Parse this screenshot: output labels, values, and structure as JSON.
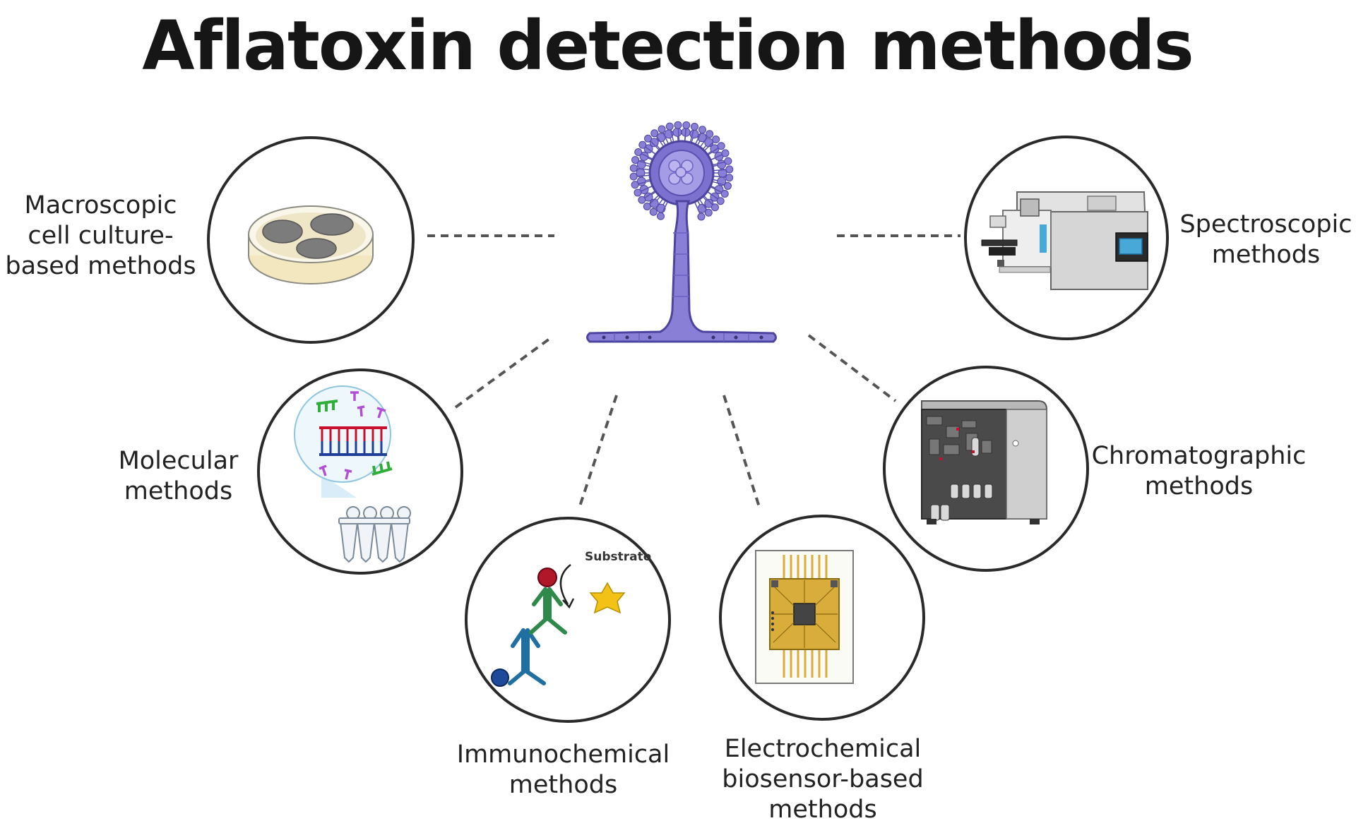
{
  "title": "Aflatoxin detection methods",
  "labels": {
    "macroscopic": [
      "Macroscopic",
      "cell culture-",
      "based methods"
    ],
    "molecular": [
      "Molecular",
      "methods"
    ],
    "immunochemical": [
      "Immunochemical",
      "methods"
    ],
    "electrochemical": [
      "Electrochemical",
      "biosensor-based",
      "methods"
    ],
    "chromatographic": [
      "Chromatographic",
      "methods"
    ],
    "spectroscopic": [
      "Spectroscopic",
      "methods"
    ]
  },
  "substrate_label": "Substrate",
  "colors": {
    "fungus": "#8a7fd6",
    "ring": "#2a2a2a",
    "connector": "#555555",
    "dna_red": "#c8102e",
    "dna_blue": "#1f3f9a",
    "green": "#2fae3a",
    "magenta": "#b04fd4",
    "gold": "#d9ad3b"
  }
}
